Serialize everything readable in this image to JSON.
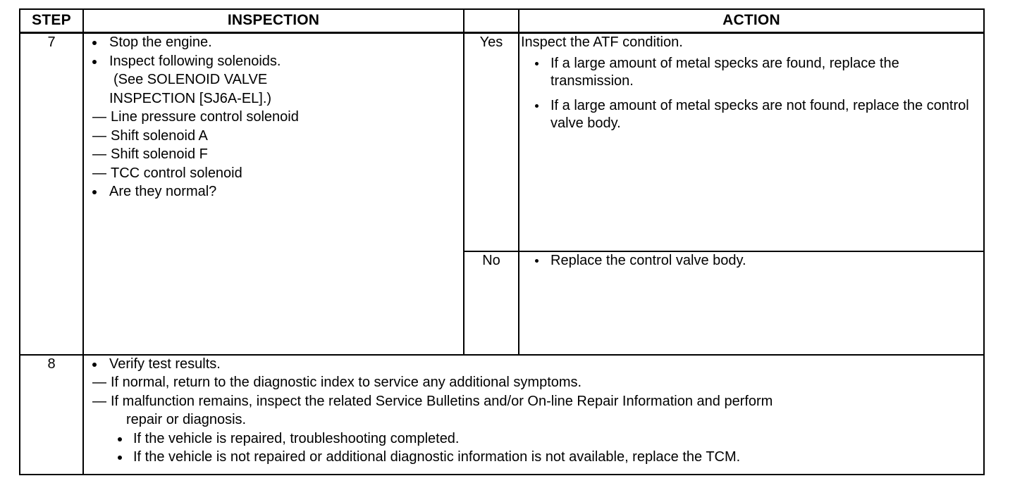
{
  "document": {
    "type": "diagnostic-troubleshooting-table",
    "title": "Diagnostic Troubleshooting Table"
  },
  "table": {
    "headers": {
      "step": "STEP",
      "inspection": "INSPECTION",
      "yesno": "",
      "action": "ACTION"
    },
    "rows": [
      {
        "step": "7",
        "inspection": {
          "items": [
            {
              "marker": "bullet",
              "text": "Stop the engine."
            },
            {
              "marker": "bullet",
              "text": "Inspect following solenoids."
            },
            {
              "marker": "none",
              "text": "(See SOLENOID VALVE"
            },
            {
              "marker": "none",
              "text": "INSPECTION [SJ6A-EL].)"
            },
            {
              "marker": "dash",
              "text": "Line pressure control solenoid"
            },
            {
              "marker": "dash",
              "text": "Shift solenoid A"
            },
            {
              "marker": "dash",
              "text": "Shift solenoid F"
            },
            {
              "marker": "dash",
              "text": "TCC control solenoid"
            },
            {
              "marker": "bullet",
              "text": "Are they normal?"
            }
          ]
        },
        "branches": [
          {
            "label": "Yes",
            "lead": "Inspect the ATF condition.",
            "items": [
              {
                "marker": "bullet",
                "text": "If a large amount of metal specks are found, replace the transmission."
              },
              {
                "marker": "bullet",
                "text": "If a large amount of metal specks are not found, replace the control valve body."
              }
            ]
          },
          {
            "label": "No",
            "lead": "",
            "items": [
              {
                "marker": "bullet",
                "text": "Replace the control valve body."
              }
            ]
          }
        ]
      },
      {
        "step": "8",
        "inspection": {
          "items": [
            {
              "marker": "bullet",
              "text": "Verify test results."
            },
            {
              "marker": "dash",
              "text": "If normal, return to the diagnostic index to service any additional symptoms."
            },
            {
              "marker": "dash",
              "text": "If malfunction remains, inspect the related Service Bulletins and/or On-line Repair Information and perform"
            },
            {
              "marker": "none",
              "text": "repair or diagnosis."
            },
            {
              "marker": "subbullet",
              "text": "If the vehicle is repaired, troubleshooting completed."
            },
            {
              "marker": "subbullet",
              "text": "If the vehicle is not repaired or additional diagnostic information is not available, replace the TCM."
            }
          ]
        },
        "branches": []
      }
    ]
  },
  "glyphs": {
    "dash": "—"
  },
  "colors": {
    "ink": "#000000",
    "paper": "#ffffff"
  }
}
